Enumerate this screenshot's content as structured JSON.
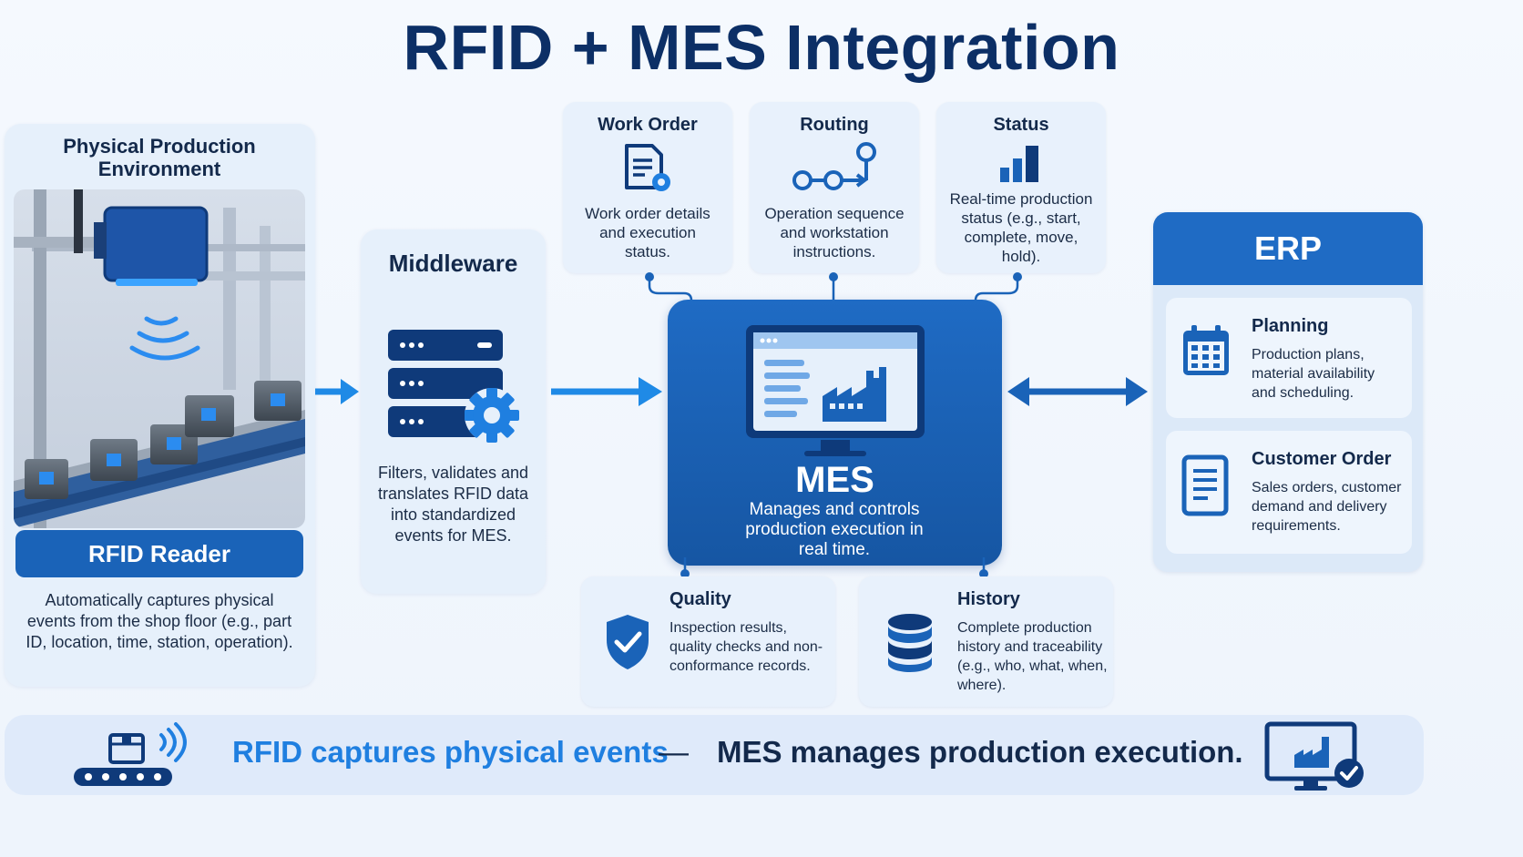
{
  "title": "RFID + MES Integration",
  "physical": {
    "heading": "Physical Production Environment",
    "reader_label": "RFID Reader",
    "description": "Automatically captures physical events from the shop floor (e.g., part ID, location, time, station, operation)."
  },
  "middleware": {
    "heading": "Middleware",
    "description": "Filters, validates and translates RFID data into standardized events for MES."
  },
  "top_cards": [
    {
      "title": "Work Order",
      "text": "Work order details and execution status.",
      "icon": "work-order-icon"
    },
    {
      "title": "Routing",
      "text": "Operation sequence and workstation instructions.",
      "icon": "routing-icon"
    },
    {
      "title": "Status",
      "text": "Real-time production status (e.g., start, complete, move, hold).",
      "icon": "bar-chart-icon"
    }
  ],
  "mes": {
    "title": "MES",
    "description": "Manages and controls production execution in real time."
  },
  "bottom_cards": [
    {
      "title": "Quality",
      "text": "Inspection results, quality checks and non-conformance records.",
      "icon": "shield-check-icon"
    },
    {
      "title": "History",
      "text": "Complete production history and traceability (e.g., who, what, when, where).",
      "icon": "database-icon"
    }
  ],
  "erp": {
    "title": "ERP",
    "items": [
      {
        "title": "Planning",
        "text": "Production plans, material availability and scheduling.",
        "icon": "calendar-icon"
      },
      {
        "title": "Customer Order",
        "text": "Sales orders, customer demand and delivery requirements.",
        "icon": "document-icon"
      }
    ]
  },
  "footer": {
    "left": "RFID captures physical events",
    "dash": "—",
    "right": "MES manages production execution."
  },
  "colors": {
    "primary": "#1a63b8",
    "dark": "#0c2f66",
    "accent": "#1f8ae6",
    "panel": "#e6f0fb"
  }
}
